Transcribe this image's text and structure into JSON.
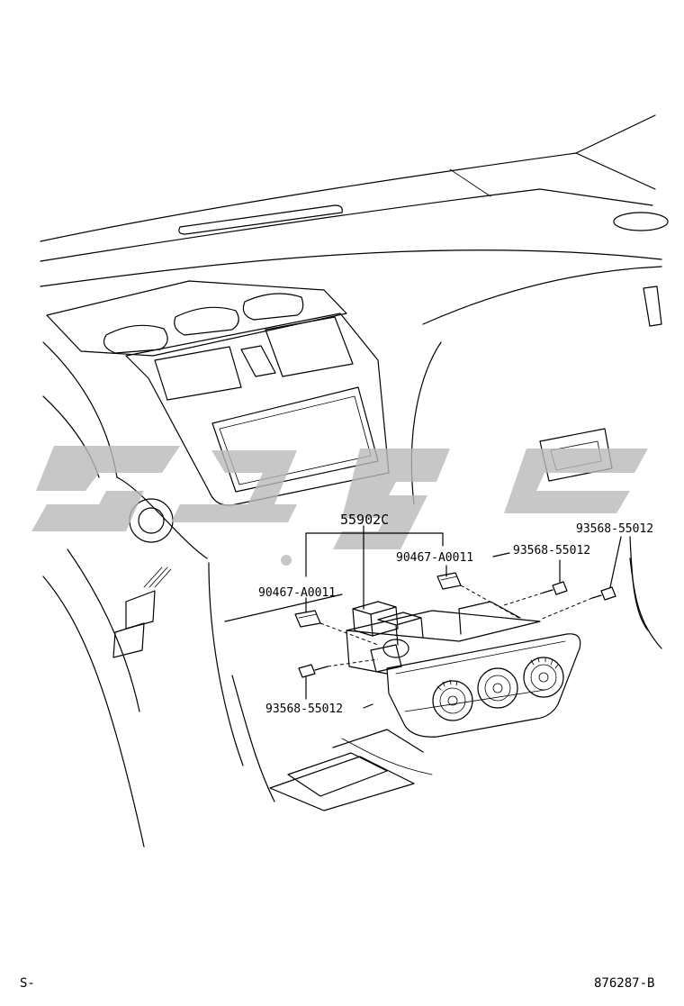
{
  "callouts": {
    "assembly": "55902C",
    "clip_left": "90467-A0011",
    "clip_right": "90467-A0011",
    "screw_bottom": "93568-55012",
    "screw_mid": "93568-55012",
    "screw_right": "93568-55012"
  },
  "footer": {
    "left": "S-",
    "right": "876287-B"
  },
  "colors": {
    "line": "#000000",
    "watermark": "#b9b9b9",
    "background": "#ffffff"
  }
}
